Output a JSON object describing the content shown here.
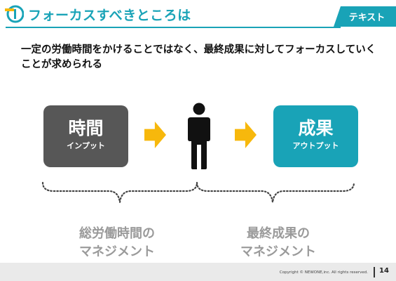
{
  "header": {
    "title": "フォーカスすべきところは",
    "tag": "テキスト",
    "accent_color": "#19a3b7"
  },
  "lead_text": "一定の労働時間をかけることではなく、最終成果に対してフォーカスしていくことが求められる",
  "flow": {
    "input_box": {
      "title": "時間",
      "subtitle": "インプット",
      "color": "#575757"
    },
    "arrow_color": "#f7b80c",
    "person_icon": "person-icon",
    "output_box": {
      "title": "成果",
      "subtitle": "アウトプット",
      "color": "#19a3b7"
    }
  },
  "captions": {
    "left": [
      "総労働時間の",
      "マネジメント"
    ],
    "right": [
      "最終成果の",
      "マネジメント"
    ]
  },
  "footer": {
    "copyright": "Copyright © NEWONE,inc. All rights reserved.",
    "page_number": "14"
  }
}
